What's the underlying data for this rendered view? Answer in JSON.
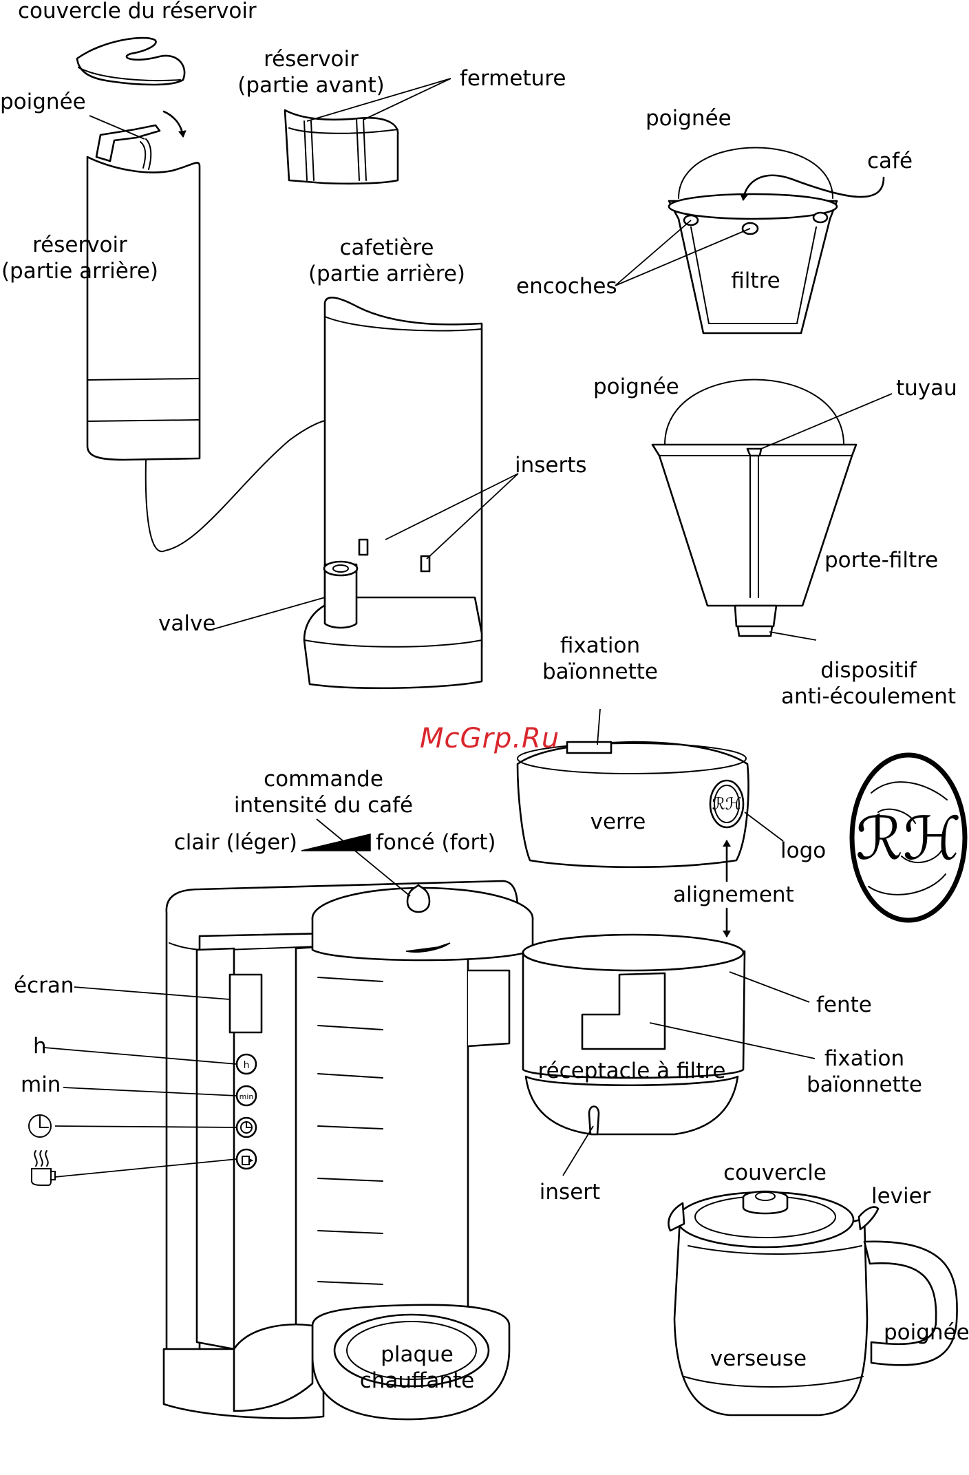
{
  "labels": {
    "couvercle_reservoir": "couvercle du réservoir",
    "poignee_reservoir": "poignée",
    "reservoir_avant_1": "réservoir",
    "reservoir_avant_2": "(partie avant)",
    "fermeture": "fermeture",
    "reservoir_arriere_1": "réservoir",
    "reservoir_arriere_2": "(partie arrière)",
    "cafetiere_1": "cafetière",
    "cafetiere_2": "(partie arrière)",
    "inserts": "inserts",
    "valve": "valve",
    "poignee_filtre": "poignée",
    "cafe": "café",
    "encoches": "encoches",
    "filtre": "filtre",
    "poignee_porte_filtre": "poignée",
    "tuyau": "tuyau",
    "porte_filtre": "porte-filtre",
    "dispositif_1": "dispositif",
    "dispositif_2": "anti-écoulement",
    "fixation_1_a": "fixation",
    "fixation_1_b": "baïonnette",
    "verre": "verre",
    "logo": "logo",
    "alignement": "alignement",
    "commande_1": "commande",
    "commande_2": "intensité du café",
    "clair": "clair (léger)",
    "fonce": "foncé (fort)",
    "ecran": "écran",
    "h": "h",
    "min": "min",
    "fente": "fente",
    "fixation_2_a": "fixation",
    "fixation_2_b": "baïonnette",
    "receptacle": "réceptacle à filtre",
    "insert": "insert",
    "couvercle": "couvercle",
    "levier": "levier",
    "poignee_verseuse": "poignée",
    "verseuse": "verseuse",
    "plaque_1": "plaque",
    "plaque_2": "chauffante"
  },
  "buttons": {
    "h": "h",
    "min": "min"
  },
  "icons": {
    "clock": "clock-icon",
    "keep_warm": "steaming-cup-icon",
    "logo_monogram": "monogram-logo-icon"
  },
  "watermark": "McGrp.Ru",
  "colors": {
    "line": "#000000",
    "background": "#ffffff",
    "watermark": "#d9262c"
  }
}
